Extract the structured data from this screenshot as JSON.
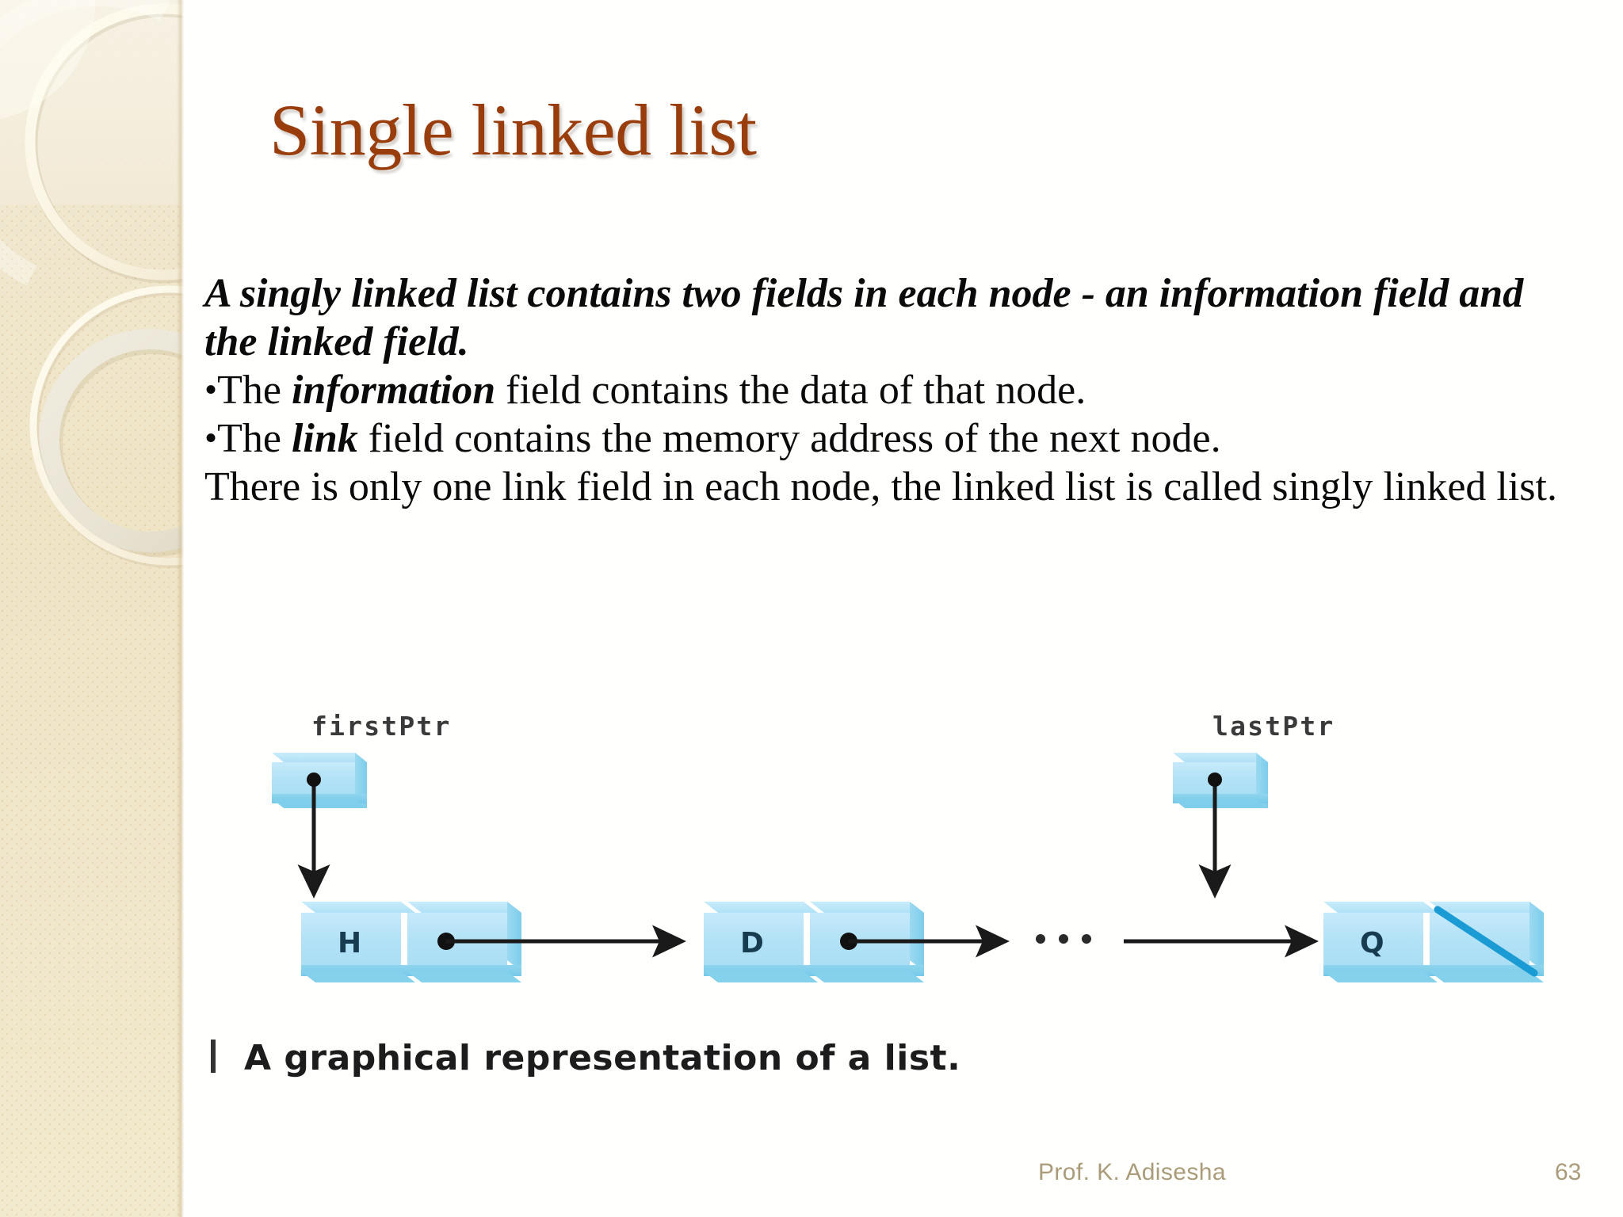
{
  "slide": {
    "title": "Single linked list",
    "title_color": "#9A3D0C",
    "background_color": "#FFFFFE",
    "sidebar_color": "#F0E7CF"
  },
  "body": {
    "lead_paragraph": "A singly linked list contains two fields in each node - an information field and the linked field.",
    "bullets": [
      {
        "marker": "•",
        "prefix": "The ",
        "emphasis": "information",
        "suffix": " field contains the data of that node."
      },
      {
        "marker": "•",
        "prefix": "The ",
        "emphasis": "link",
        "suffix": " field contains the memory address of the next node."
      }
    ],
    "closing_paragraph": "There is only one link field in each node, the linked list is called singly linked list."
  },
  "diagram": {
    "caption_bar": "|",
    "caption": "A graphical representation of a list.",
    "pointer_labels": {
      "first": "firstPtr",
      "last": "lastPtr"
    },
    "nodes": [
      {
        "data": "H",
        "link": "pointer"
      },
      {
        "data": "D",
        "link": "pointer"
      },
      {
        "data": "Q",
        "link": "null"
      }
    ],
    "ellipsis": "• • •",
    "colors": {
      "box_face": "#AFE0F5",
      "box_face_light": "#C3E9FA",
      "box_bottom": "#7FCDEB",
      "box_side": "#8FD4EE",
      "null_slash": "#1B9BD4",
      "letter": "#10364A",
      "arrow": "#1A1A1A"
    }
  },
  "footer": {
    "author": "Prof. K. Adisesha",
    "page_number": "63",
    "color": "#AA9B79"
  }
}
